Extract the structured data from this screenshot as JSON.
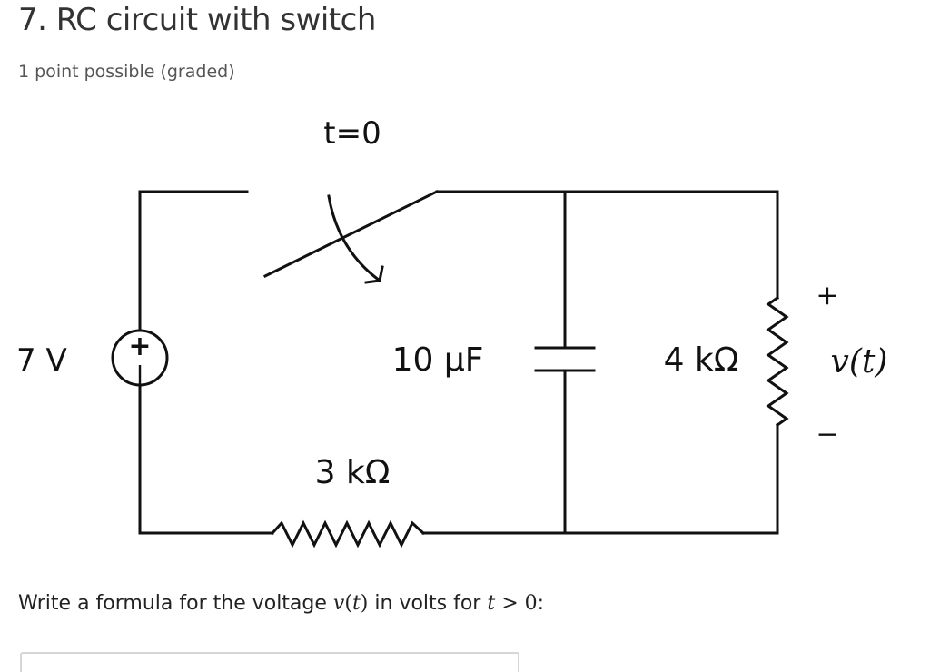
{
  "problem": {
    "title": "7. RC circuit with switch",
    "points": "1 point possible (graded)"
  },
  "diagram": {
    "switch_label": "t=0",
    "source_label": "7 V",
    "source_plus": "+",
    "source_minus": "|",
    "capacitor_label": "10 μF",
    "resistor_series_label": "3 kΩ",
    "resistor_parallel_label": "4 kΩ",
    "vout_plus": "+",
    "vout_label": "v(t)",
    "vout_minus": "−"
  },
  "question": {
    "prefix": "Write a formula for the voltage ",
    "var": "v",
    "paren_open": "(",
    "arg": "t",
    "paren_close": ")",
    "middle": " in volts for ",
    "cond_var": "t",
    "cond_op": " > ",
    "cond_val": "0",
    "suffix": ":"
  },
  "answer": {
    "value": "",
    "placeholder": ""
  }
}
